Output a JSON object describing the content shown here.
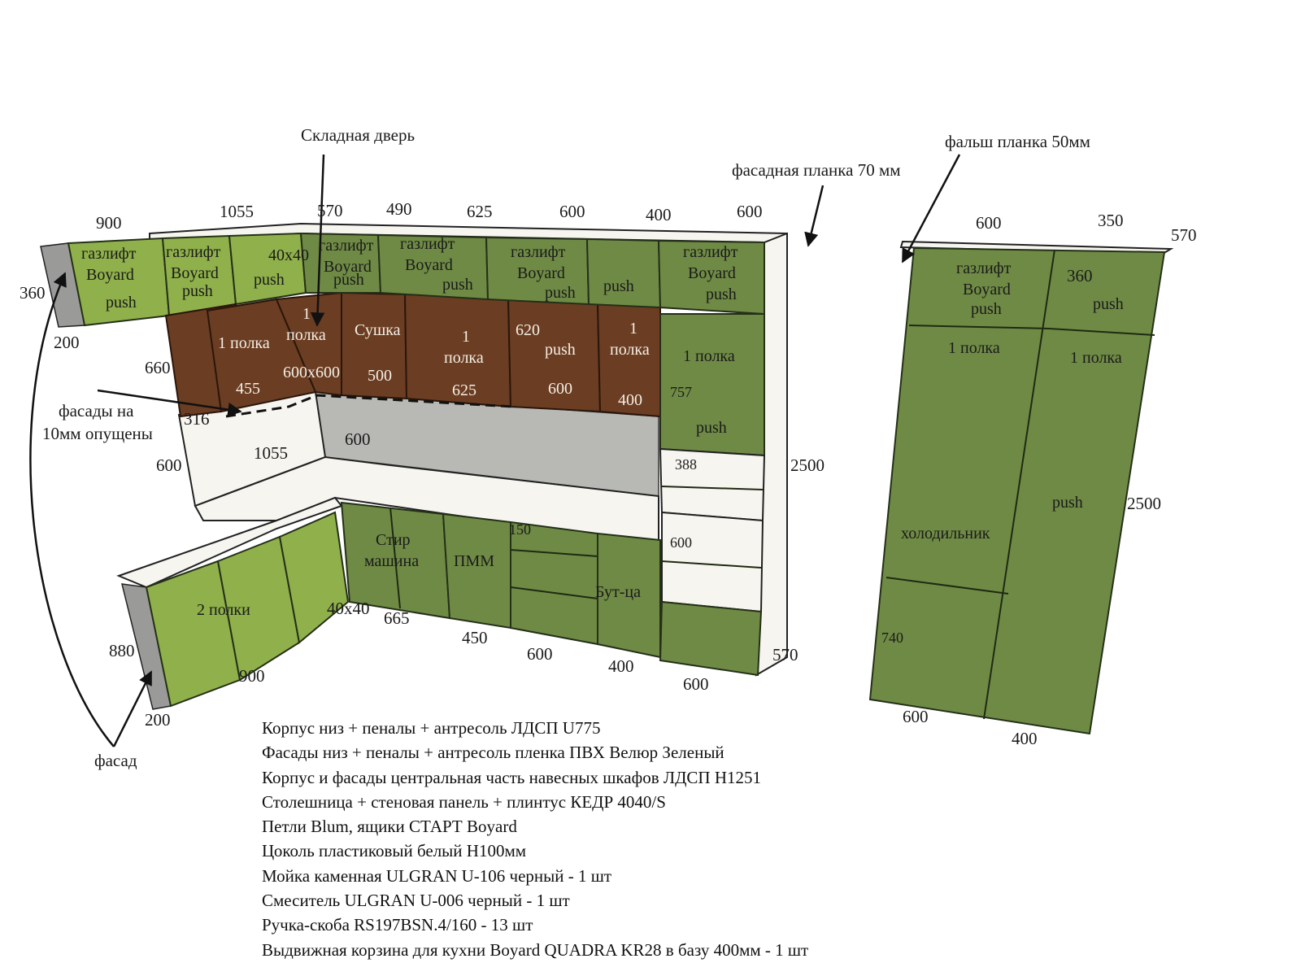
{
  "annotations": {
    "folding_door": "Складная дверь",
    "facade_strip": "фасадная планка 70 мм",
    "false_strip": "фальш планка 50мм",
    "facades_lowered": [
      "фасады на",
      "10мм опущены"
    ],
    "facade": "фасад"
  },
  "upper_widths": [
    "900",
    "1055",
    "570",
    "490",
    "625",
    "600",
    "400",
    "600"
  ],
  "right_widths": [
    "600",
    "350",
    "570"
  ],
  "dims": {
    "d360a": "360",
    "d200a": "200",
    "d660": "660",
    "d316": "316",
    "d600a": "600",
    "d1055b": "1055",
    "d600b": "600",
    "d2500a": "2500",
    "d388": "388",
    "d600c": "600",
    "d150": "150",
    "d880": "880",
    "d200b": "200",
    "d900b": "900",
    "d40x40b": "40x40",
    "d665": "665",
    "d450": "450",
    "d600d": "600",
    "d400b": "400",
    "d600e": "600",
    "d570b": "570",
    "d360b": "360",
    "d2500b": "2500",
    "d740": "740",
    "d600f": "600",
    "d400c": "400"
  },
  "labels": {
    "gaslift": "газлифт",
    "boyard": "Boyard",
    "push": "push",
    "d40x40": "40x40",
    "shelf1": "1 полка",
    "one": "1",
    "shelf": "полка",
    "s600x600": "600x600",
    "dryer": "Сушка",
    "n455": "455",
    "n500": "500",
    "n625": "625",
    "n620": "620",
    "n600": "600",
    "n400": "400",
    "n757": "757",
    "washer1": "Стир",
    "washer2": "машина",
    "dishwasher": "ПММ",
    "bottle": "Бут-ца",
    "shelves2": "2 полки",
    "fridge": "холодильник"
  },
  "spec_lines": [
    "Корпус низ + пеналы + антресоль ЛДСП U775",
    "Фасады низ + пеналы + антресоль пленка ПВХ Велюр Зеленый",
    "Корпус и фасады центральная часть навесных шкафов ЛДСП H1251",
    "Столешница + стеновая панель + плинтус КЕДР 4040/S",
    "Петли Blum, ящики СТАРТ Boyard",
    "Цоколь пластиковый белый H100мм",
    "Мойка  каменная ULGRAN U-106 черный - 1 шт",
    "Смеситель ULGRAN U-006 черный - 1 шт",
    "Ручка-скоба RS197BSN.4/160 - 13 шт",
    "Выдвижная корзина для кухни Boyard QUADRA KR28 в базу 400мм - 1 шт"
  ],
  "colors": {
    "facade_green": "#6f8a45",
    "light_green": "#8fb04a",
    "wood_brown": "#6b3d22",
    "carcass_white": "#f7f5f0",
    "wall_panel_grey": "#b8b8b4"
  }
}
